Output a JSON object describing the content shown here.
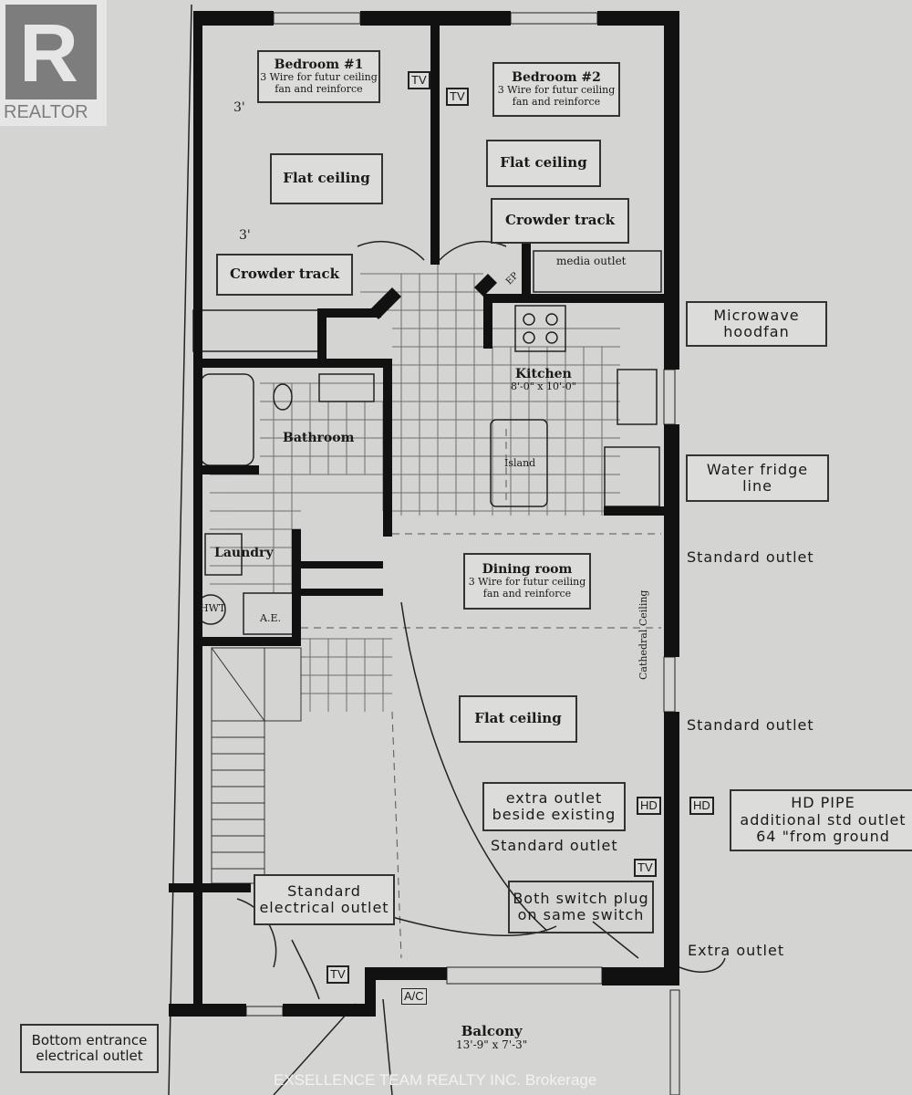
{
  "logo": {
    "text": "REALTOR"
  },
  "watermark": "EXSELLENCE TEAM REALTY INC. Brokerage",
  "rooms": {
    "bedroom1": {
      "title": "Bedroom #1",
      "note1": "3 Wire for futur ceiling",
      "note2": "fan and reinforce",
      "ceiling": "Flat ceiling",
      "track": "Crowder track",
      "dim1": "3'",
      "dim2": "3'"
    },
    "bedroom2": {
      "title": "Bedroom #2",
      "note1": "3 Wire for futur ceiling",
      "note2": "fan and reinforce",
      "ceiling": "Flat ceiling",
      "track": "Crowder track"
    },
    "media_outlet": "media outlet",
    "ep": "EP",
    "kitchen": {
      "title": "Kitchen",
      "dims": "8'-0\" x 10'-0\"",
      "island": "Island"
    },
    "bathroom": {
      "title": "Bathroom"
    },
    "laundry": {
      "title": "Laundry",
      "hwt": "HWT",
      "ae": "A.E."
    },
    "dining": {
      "title": "Dining room",
      "note1": "3 Wire for futur ceiling",
      "note2": "fan and reinforce",
      "cathedral": "Cathedral Ceiling"
    },
    "living": {
      "ceiling": "Flat ceiling"
    },
    "balcony": {
      "title": "Balcony",
      "dims": "13'-9\" x 7'-3\"",
      "ac": "A/C"
    }
  },
  "annotations": {
    "microwave": [
      "Microwave",
      "hoodfan"
    ],
    "water_fridge": [
      "Water fridge",
      "line"
    ],
    "standard_outlet_1": "Standard outlet",
    "standard_outlet_2": "Standard outlet",
    "extra_outlet_beside": [
      "extra outlet",
      "beside existing"
    ],
    "standard_outlet_3": "Standard outlet",
    "hd_pipe": [
      "HD PIPE",
      "additional std outlet",
      "64 \"from ground"
    ],
    "both_switch": [
      "Both switch plug",
      "on same switch"
    ],
    "extra_outlet": "Extra outlet",
    "standard_electrical": [
      "Standard",
      "electrical outlet"
    ],
    "bottom_entrance": [
      "Bottom entrance",
      "electrical outlet"
    ]
  },
  "symbols": {
    "tv": "TV",
    "hd": "HD"
  }
}
